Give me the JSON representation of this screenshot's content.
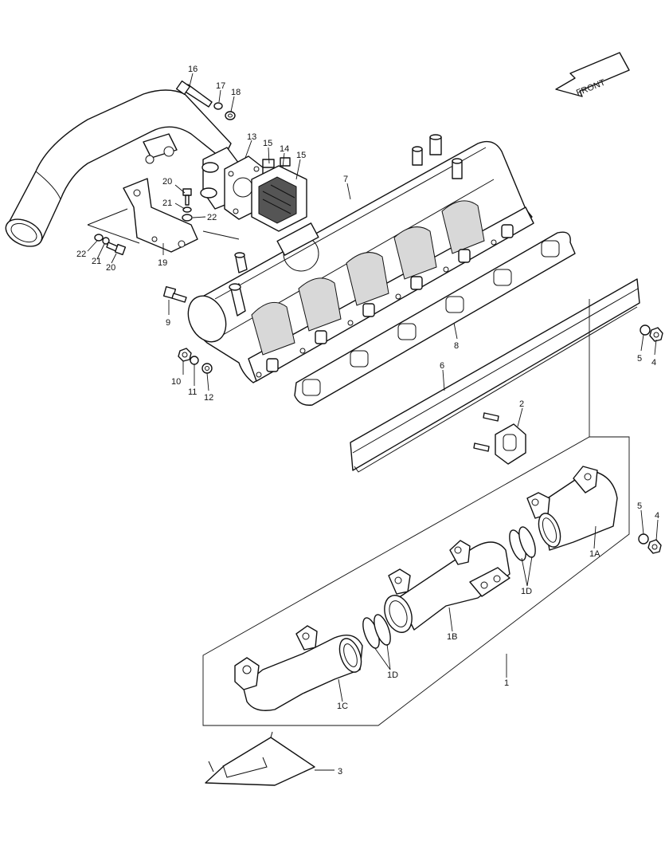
{
  "direction_label": "FRONT",
  "callouts": [
    {
      "id": "c16",
      "text": "16"
    },
    {
      "id": "c17",
      "text": "17"
    },
    {
      "id": "c18",
      "text": "18"
    },
    {
      "id": "c13",
      "text": "13"
    },
    {
      "id": "c15a",
      "text": "15"
    },
    {
      "id": "c14",
      "text": "14"
    },
    {
      "id": "c15b",
      "text": "15"
    },
    {
      "id": "c7",
      "text": "7"
    },
    {
      "id": "c20a",
      "text": "20"
    },
    {
      "id": "c21a",
      "text": "21"
    },
    {
      "id": "c22a",
      "text": "22"
    },
    {
      "id": "c22b",
      "text": "22"
    },
    {
      "id": "c21b",
      "text": "21"
    },
    {
      "id": "c20b",
      "text": "20"
    },
    {
      "id": "c19",
      "text": "19"
    },
    {
      "id": "c9",
      "text": "9"
    },
    {
      "id": "c8",
      "text": "8"
    },
    {
      "id": "c5a",
      "text": "5"
    },
    {
      "id": "c4a",
      "text": "4"
    },
    {
      "id": "c10",
      "text": "10"
    },
    {
      "id": "c11",
      "text": "11"
    },
    {
      "id": "c12",
      "text": "12"
    },
    {
      "id": "c6",
      "text": "6"
    },
    {
      "id": "c2",
      "text": "2"
    },
    {
      "id": "c5b",
      "text": "5"
    },
    {
      "id": "c4b",
      "text": "4"
    },
    {
      "id": "c1A",
      "text": "1A"
    },
    {
      "id": "c1D1",
      "text": "1D"
    },
    {
      "id": "c1B",
      "text": "1B"
    },
    {
      "id": "c1D2",
      "text": "1D"
    },
    {
      "id": "c1",
      "text": "1"
    },
    {
      "id": "c1C",
      "text": "1C"
    },
    {
      "id": "c3",
      "text": "3"
    }
  ]
}
